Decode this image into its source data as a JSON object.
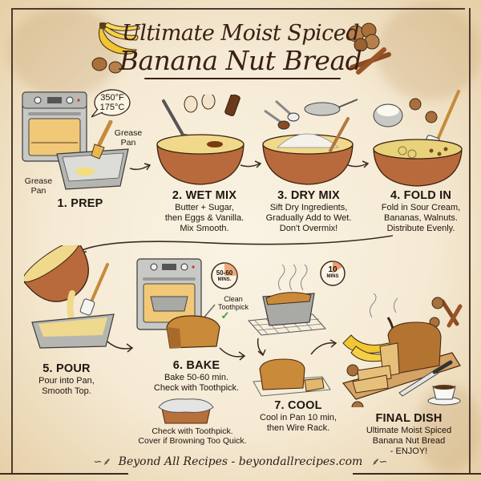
{
  "header": {
    "title_line1": "Ultimate Moist Spiced",
    "title_line2": "Banana Nut Bread"
  },
  "steps": [
    {
      "number": "1",
      "title": "1. PREP",
      "description": [],
      "callouts": {
        "temperature_f": "350°F",
        "temperature_c": "175°C",
        "grease_pan_top": [
          "Grease",
          "Pan"
        ],
        "grease_pan_left": [
          "Grease",
          "Pan"
        ]
      }
    },
    {
      "number": "2",
      "title": "2. WET MIX",
      "description": [
        "Butter + Sugar,",
        "then Eggs & Vanilla.",
        "Mix Smooth."
      ]
    },
    {
      "number": "3",
      "title": "3. DRY MIX",
      "description": [
        "Sift Dry Ingredients,",
        "Gradually Add to Wet.",
        "Don't Overmix!"
      ]
    },
    {
      "number": "4",
      "title": "4. FOLD IN",
      "description": [
        "Fold in Sour Cream,",
        "Bananas, Walnuts.",
        "Distribute Evenly."
      ]
    },
    {
      "number": "5",
      "title": "5. POUR",
      "description": [
        "Pour into Pan,",
        "Smooth Top."
      ]
    },
    {
      "number": "6",
      "title": "6. BAKE",
      "description": [
        "Bake 50-60 min.",
        "Check with Toothpick."
      ],
      "callouts": {
        "timer_line1": "50-60",
        "timer_line2": "MINS.",
        "toothpick": [
          "Clean",
          "Toothpick"
        ],
        "check_mark": "✓",
        "foil_note": [
          "Check with Toothpick.",
          "Cover if Browning Too Quick."
        ]
      }
    },
    {
      "number": "7",
      "title": "7. COOL",
      "description": [
        "Cool in Pan 10 min,",
        "then Wire Rack."
      ],
      "callouts": {
        "timer_line1": "10",
        "timer_line2": "MINS"
      }
    },
    {
      "number": "final",
      "title": "FINAL DISH",
      "description": [
        "Ultimate Moist Spiced",
        "Banana Nut Bread",
        "- ENJOY!"
      ]
    }
  ],
  "footer": {
    "credit": "Beyond All Recipes - beyondallrecipes.com",
    "flourish_left": "∽⸙",
    "flourish_right": "⸙∽"
  },
  "icons": {
    "bananas": "banana-bunch-icon",
    "walnuts": "walnut-icon",
    "cinnamon": "cinnamon-stick-icon",
    "oven": "oven-icon",
    "loaf_pan": "loaf-pan-icon",
    "brush": "pastry-brush-icon",
    "bowl": "mixing-bowl-icon",
    "whisk": "whisk-icon",
    "eggs": "egg-icon",
    "vanilla": "vanilla-bottle-icon",
    "sifter": "sifter-icon",
    "spoons": "measuring-spoon-icon",
    "spatula": "spatula-icon",
    "timer": "timer-icon",
    "wire_rack": "wire-rack-icon",
    "cutting_board": "cutting-board-icon",
    "knife": "knife-icon",
    "coffee": "coffee-cup-icon",
    "arrow": "arrow-icon"
  },
  "colors": {
    "paper": "#f7eedb",
    "ink": "#2a1c14",
    "bowl": "#b86a3c",
    "batter": "#f0d98a",
    "bread": "#c98a3a",
    "steel": "#a9a9a6",
    "banana": "#f2c533",
    "check": "#3a9a3a",
    "timer_accent": "#e07a3a"
  }
}
